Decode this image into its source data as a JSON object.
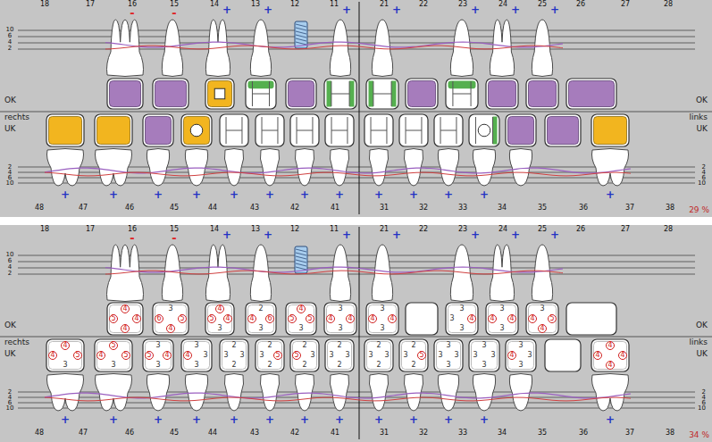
{
  "diagram": {
    "labels": [
      "18",
      "17",
      "16",
      "15",
      "14",
      "13",
      "12",
      "11",
      "21",
      "22",
      "23",
      "24",
      "25",
      "26",
      "27",
      "28",
      "48",
      "47",
      "46",
      "45",
      "44",
      "43",
      "42",
      "41",
      "31",
      "32",
      "33",
      "34",
      "35",
      "36",
      "37",
      "38",
      "OK",
      "rechts",
      "UK",
      "OK",
      "links",
      "UK",
      "-",
      "-",
      "+",
      "+",
      "+",
      "+",
      "+",
      "+",
      "+",
      "+",
      "+",
      "+",
      "+",
      "+",
      "+",
      "+",
      "+",
      "+",
      "+",
      "+",
      "+",
      "+",
      "10",
      "6",
      "4",
      "2",
      "2",
      "4",
      "6",
      "10",
      "2",
      "4",
      "6",
      "10",
      "29 %",
      "18",
      "17",
      "16",
      "15",
      "14",
      "13",
      "12",
      "11",
      "21",
      "22",
      "23",
      "24",
      "25",
      "26",
      "27",
      "28",
      "48",
      "47",
      "46",
      "45",
      "44",
      "43",
      "42",
      "41",
      "31",
      "32",
      "33",
      "34",
      "35",
      "36",
      "37",
      "38",
      "OK",
      "rechts",
      "UK",
      "OK",
      "links",
      "UK",
      "-",
      "-",
      "+",
      "+",
      "+",
      "+",
      "+",
      "+",
      "+",
      "+",
      "+",
      "+",
      "+",
      "+",
      "+",
      "+",
      "+",
      "+",
      "+",
      "+",
      "+",
      "+",
      "10",
      "6",
      "4",
      "2",
      "2",
      "4",
      "6",
      "10",
      "2",
      "4",
      "6",
      "10",
      "34 %",
      "4",
      "5",
      "4",
      "4",
      "3",
      "6",
      "5",
      "4",
      "4",
      "5",
      "4",
      "3",
      "2",
      "4",
      "6",
      "3",
      "4",
      "5",
      "5",
      "3",
      "3",
      "4",
      "4",
      "3",
      "3",
      "4",
      "4",
      "3",
      "3",
      "3",
      "4",
      "3",
      "3",
      "4",
      "4",
      "3",
      "3",
      "4",
      "5",
      "4",
      "4",
      "4",
      "5",
      "3",
      "5",
      "4",
      "5",
      "3",
      "3",
      "5",
      "4",
      "3",
      "3",
      "4",
      "3",
      "3",
      "2",
      "3",
      "3",
      "2",
      "2",
      "3",
      "5",
      "2",
      "2",
      "5",
      "3",
      "2",
      "2",
      "3",
      "3",
      "2",
      "2",
      "3",
      "3",
      "2",
      "2",
      "3",
      "5",
      "2",
      "3",
      "3",
      "3",
      "3",
      "3",
      "3",
      "3",
      "3",
      "3",
      "4",
      "3",
      "3",
      "4",
      "4",
      "4",
      "4"
    ]
  }
}
